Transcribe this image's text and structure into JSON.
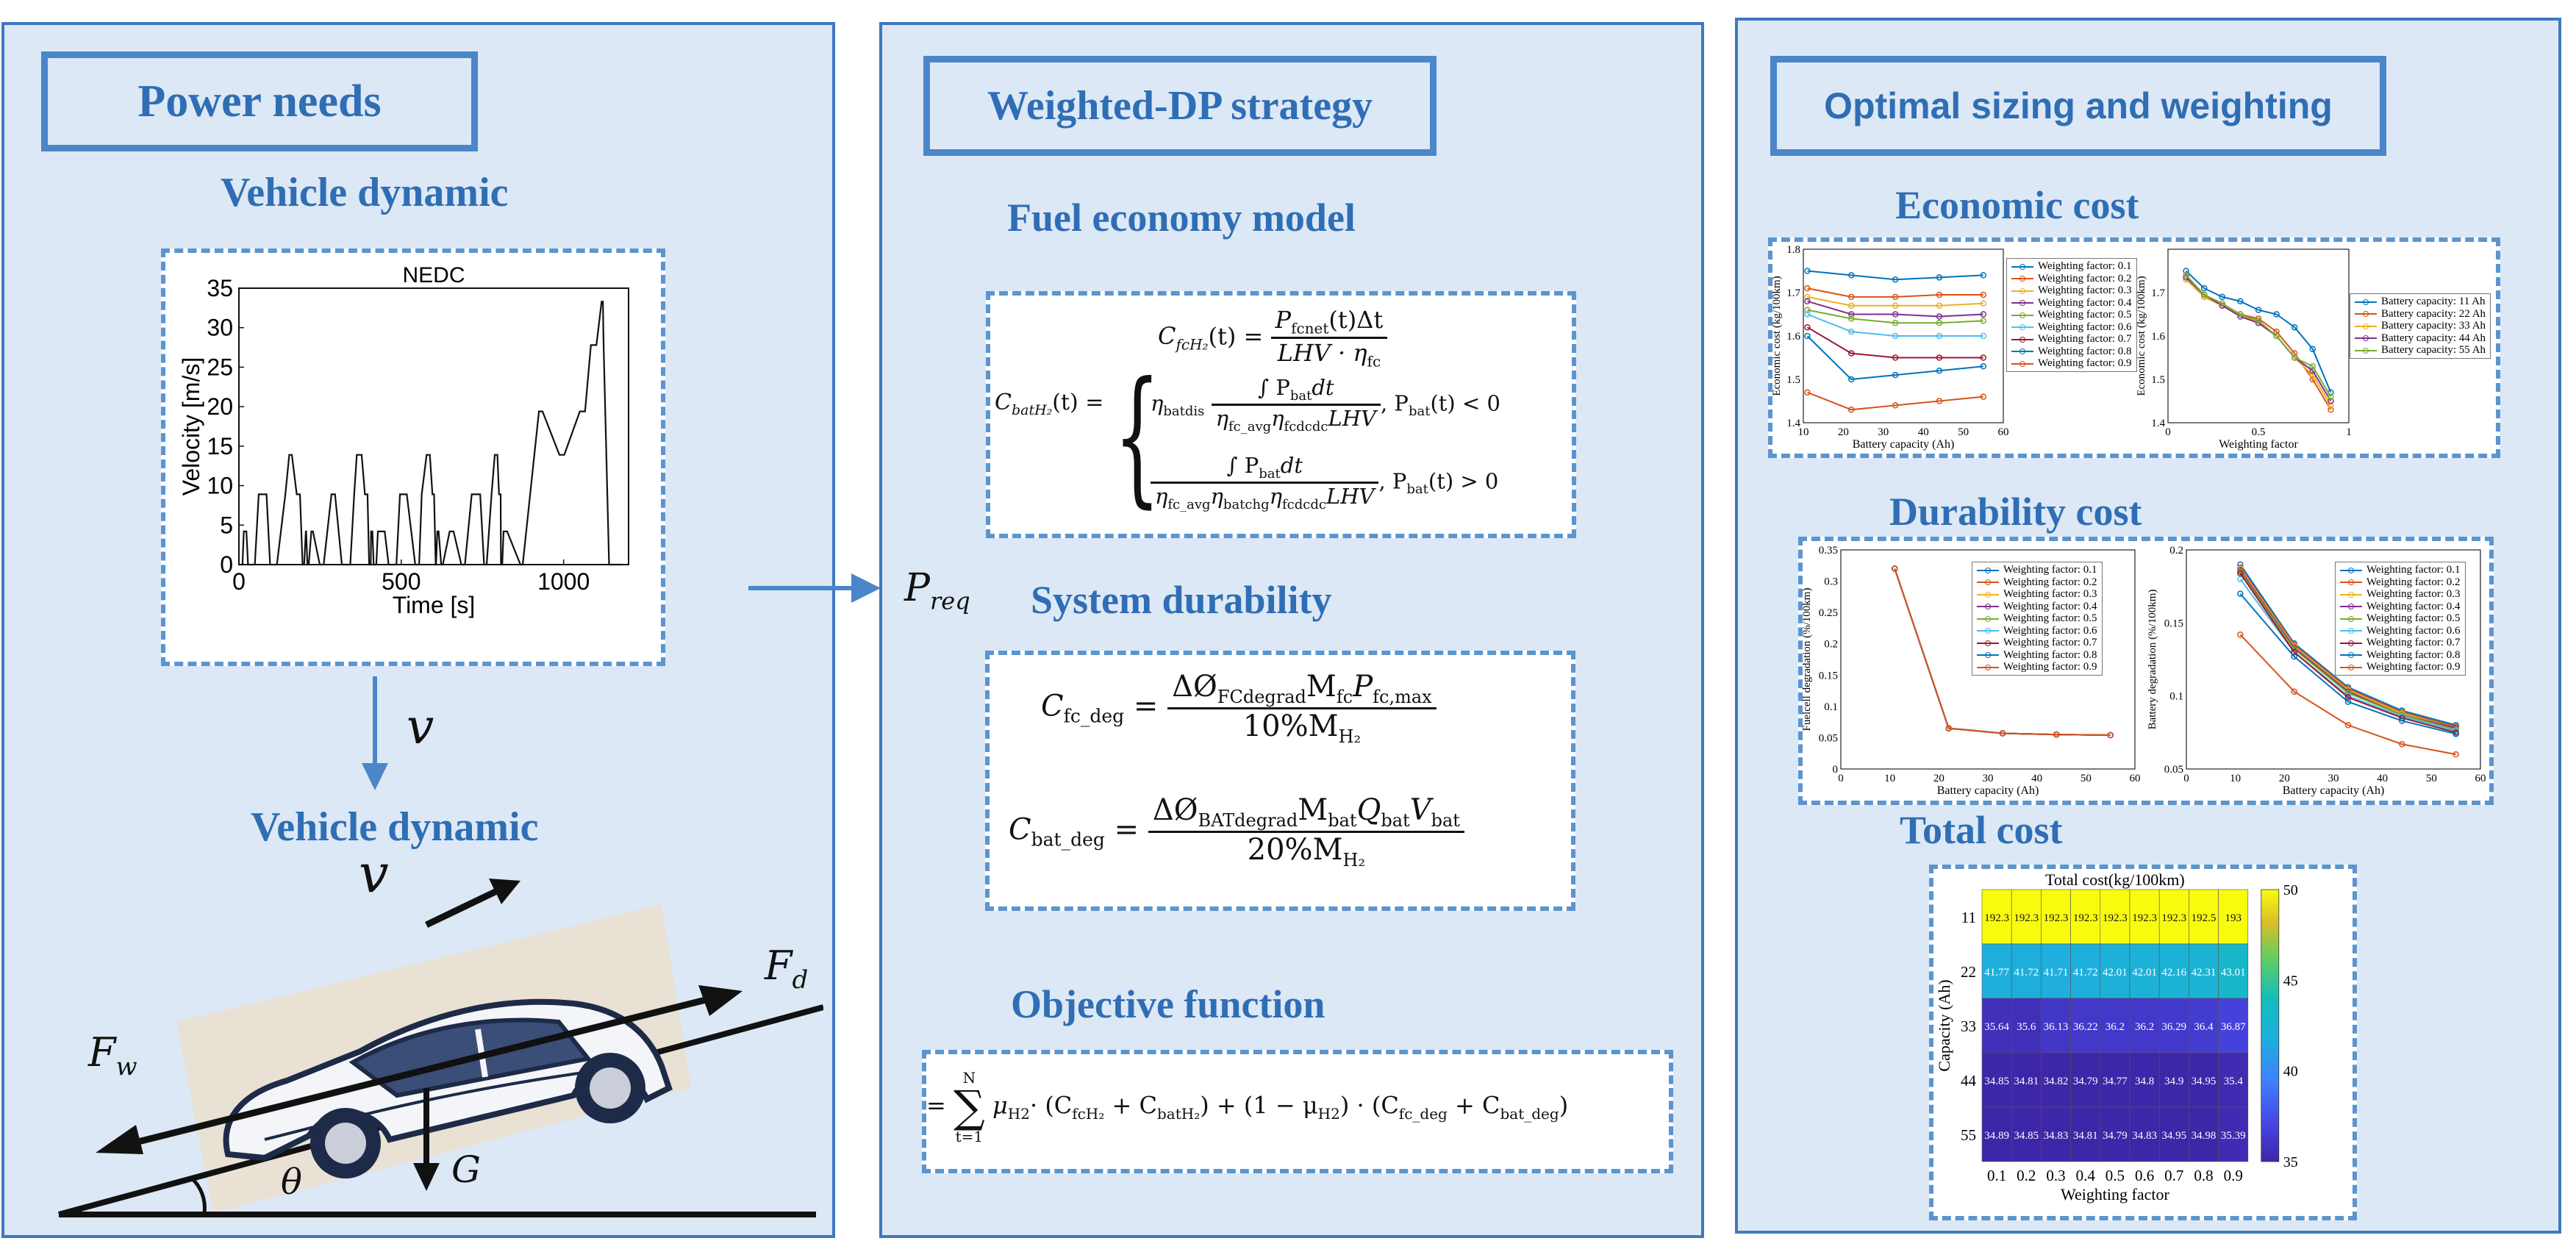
{
  "panels": {
    "left": {
      "header": "Power needs",
      "sub1": "Vehicle dynamic",
      "sub2": "Vehicle dynamic",
      "var_v": "v",
      "var_v2": "v",
      "F_w": "F",
      "F_w_sub": "w",
      "F_d": "F",
      "F_d_sub": "d",
      "G": "G",
      "theta": "θ"
    },
    "middle": {
      "header": "Weighted-DP strategy",
      "sub1": "Fuel economy model",
      "sub2": "System durability",
      "sub3": "Objective function",
      "P_req": "P",
      "P_req_sub": "req"
    },
    "right": {
      "header": "Optimal sizing and weighting",
      "sub1": "Economic cost",
      "sub2": "Durability cost",
      "sub3": "Total cost"
    }
  },
  "colors": {
    "panel_bg": "#dce8f5",
    "border": "#3f78bf",
    "header_text": "#2f6eb5"
  },
  "icons": [
    "arrow-right-icon",
    "arrow-down-icon",
    "car-illustration-icon"
  ],
  "nedc_chart": {
    "type": "line",
    "title": "NEDC",
    "xlabel": "Time [s]",
    "ylabel": "Velocity [m/s]",
    "xlim": [
      0,
      1200
    ],
    "ylim": [
      0,
      35
    ],
    "xticks": [
      "0",
      "500",
      "1000"
    ],
    "yticks": [
      "0",
      "5",
      "10",
      "15",
      "20",
      "25",
      "30",
      "35"
    ],
    "x": [
      0,
      11,
      15,
      23,
      28,
      49,
      61,
      85,
      96,
      117,
      143,
      155,
      163,
      178,
      188,
      196,
      201,
      206,
      207,
      211,
      215,
      223,
      228,
      249,
      261,
      285,
      296,
      317,
      343,
      355,
      363,
      378,
      388,
      396,
      401,
      406,
      407,
      411,
      415,
      423,
      428,
      449,
      461,
      485,
      496,
      517,
      543,
      555,
      563,
      578,
      588,
      596,
      601,
      606,
      607,
      611,
      615,
      623,
      628,
      649,
      661,
      685,
      696,
      717,
      743,
      755,
      763,
      778,
      788,
      796,
      801,
      806,
      807,
      811,
      815,
      826,
      867,
      874,
      924,
      935,
      987,
      1002,
      1050,
      1066,
      1084,
      1101,
      1117,
      1121,
      1123,
      1140,
      1180
    ],
    "y": [
      0,
      0,
      4.2,
      4.2,
      0,
      0,
      8.9,
      8.9,
      0,
      0,
      8.9,
      13.9,
      13.9,
      8.9,
      8.9,
      0,
      0,
      4.2,
      4.2,
      0,
      0,
      4.2,
      4.2,
      0,
      0,
      8.9,
      8.9,
      0,
      0,
      8.9,
      13.9,
      13.9,
      8.9,
      8.9,
      0,
      0,
      4.2,
      4.2,
      0,
      0,
      4.2,
      4.2,
      0,
      0,
      8.9,
      8.9,
      0,
      0,
      8.9,
      13.9,
      13.9,
      8.9,
      8.9,
      0,
      0,
      4.2,
      4.2,
      0,
      0,
      4.2,
      4.2,
      0,
      0,
      8.9,
      8.9,
      0,
      0,
      8.9,
      13.9,
      13.9,
      8.9,
      8.9,
      0,
      0,
      4.2,
      4.2,
      0,
      0,
      19.4,
      19.4,
      13.9,
      13.9,
      19.4,
      19.4,
      27.8,
      27.8,
      33.3,
      33.3,
      28,
      0,
      0
    ]
  },
  "equations": {
    "fc_h2_lhs": "C",
    "fc_h2_lhs_sub": "fcH₂",
    "fc_h2_lhs_arg": "(t) =",
    "fc_h2_num": "P",
    "fc_h2_num_sub": "fcnet",
    "fc_h2_num_tail": "(t)Δt",
    "fc_h2_den": "LHV · η",
    "fc_h2_den_sub": "fc",
    "bat_h2_lhs": "C",
    "bat_h2_lhs_sub": "batH₂",
    "bat_h2_lhs_arg": "(t) =",
    "bat_case1_eta": "η",
    "bat_case1_eta_sub": "batdis",
    "bat_int": "∫ P",
    "bat_int_sub": "bat",
    "bat_int_tail": "dt",
    "bat_case1_den": "η",
    "bat_case1_den_sub": "fc_avg",
    "bat_case1_den_tail": "η",
    "bat_case1_den_sub2": "fcdcdc",
    "bat_case1_den_tail2": "LHV",
    "bat_case1_cond": ", P",
    "bat_case1_cond_sub": "bat",
    "bat_case1_cond_tail": "(t) < 0",
    "bat_case2_den": "η",
    "bat_case2_den_sub": "fc_avg",
    "bat_case2_den_mid": "η",
    "bat_case2_den_sub2": "batchg",
    "bat_case2_den_tail": "η",
    "bat_case2_den_sub3": "fcdcdc",
    "bat_case2_den_tail2": "LHV",
    "bat_case2_cond": ", P",
    "bat_case2_cond_sub": "bat",
    "bat_case2_cond_tail": "(t) > 0",
    "fc_deg_lhs": "C",
    "fc_deg_lhs_sub": "fc_deg",
    "fc_deg_eq": "=",
    "fc_deg_num": "ΔØ",
    "fc_deg_num_sub": "FCdegrad",
    "fc_deg_num_tail": "M",
    "fc_deg_num_sub2": "fc",
    "fc_deg_num_tail2": "P",
    "fc_deg_num_sub3": "fc,max",
    "fc_deg_den": "10%M",
    "fc_deg_den_sub": "H₂",
    "bat_deg_lhs": "C",
    "bat_deg_lhs_sub": "bat_deg",
    "bat_deg_eq": "=",
    "bat_deg_num": "ΔØ",
    "bat_deg_num_sub": "BATdegrad",
    "bat_deg_num_tail": "M",
    "bat_deg_num_sub2": "bat",
    "bat_deg_num_tail2": "Q",
    "bat_deg_num_sub3": "bat",
    "bat_deg_num_tail3": "V",
    "bat_deg_num_sub4": "bat",
    "bat_deg_den": "20%M",
    "bat_deg_den_sub": "H₂",
    "obj_prefix": "=",
    "obj_sum": "∑",
    "obj_sum_top": "N",
    "obj_sum_bot": "t=1",
    "obj_body": "μ",
    "obj_body_sub": "H2",
    "obj_body_mid": "· (C",
    "obj_body_sub2": "fcH₂",
    "obj_body_mid2": " + C",
    "obj_body_sub3": "batH₂",
    "obj_body_mid3": ") + (1 − μ",
    "obj_body_sub4": "H2",
    "obj_body_mid4": ") · (C",
    "obj_body_sub5": "fc_deg",
    "obj_body_mid5": " + C",
    "obj_body_sub6": "bat_deg",
    "obj_body_tail": ")"
  },
  "chart_data": [
    {
      "type": "line",
      "xlabel": "Battery capacity (Ah)",
      "ylabel": "Economic cost (kg/100km)",
      "xlim": [
        10,
        60
      ],
      "ylim": [
        1.4,
        1.8
      ],
      "xticks": [
        "10",
        "20",
        "30",
        "40",
        "50",
        "60"
      ],
      "yticks": [
        "1.4",
        "1.5",
        "1.6",
        "1.7",
        "1.8"
      ],
      "x": [
        11,
        22,
        33,
        44,
        55
      ],
      "series": [
        {
          "name": "Weighting factor: 0.1",
          "color": "#0072bd",
          "values": [
            1.75,
            1.74,
            1.73,
            1.735,
            1.74
          ]
        },
        {
          "name": "Weighting factor: 0.2",
          "color": "#d95319",
          "values": [
            1.71,
            1.69,
            1.69,
            1.695,
            1.695
          ]
        },
        {
          "name": "Weighting factor: 0.3",
          "color": "#edb120",
          "values": [
            1.69,
            1.67,
            1.67,
            1.67,
            1.675
          ]
        },
        {
          "name": "Weighting factor: 0.4",
          "color": "#7e2f8e",
          "values": [
            1.68,
            1.65,
            1.65,
            1.645,
            1.65
          ]
        },
        {
          "name": "Weighting factor: 0.5",
          "color": "#77ac30",
          "values": [
            1.66,
            1.64,
            1.63,
            1.63,
            1.635
          ]
        },
        {
          "name": "Weighting factor: 0.6",
          "color": "#4dbeee",
          "values": [
            1.65,
            1.61,
            1.6,
            1.6,
            1.6
          ]
        },
        {
          "name": "Weighting factor: 0.7",
          "color": "#a2142f",
          "values": [
            1.62,
            1.56,
            1.55,
            1.55,
            1.55
          ]
        },
        {
          "name": "Weighting factor: 0.8",
          "color": "#0072bd",
          "values": [
            1.6,
            1.5,
            1.51,
            1.52,
            1.53
          ]
        },
        {
          "name": "Weighting factor: 0.9",
          "color": "#d95319",
          "values": [
            1.47,
            1.43,
            1.44,
            1.45,
            1.46
          ]
        }
      ]
    },
    {
      "type": "line",
      "xlabel": "Weighting factor",
      "ylabel": "Economic cost (kg/100km)",
      "xlim": [
        0,
        1
      ],
      "ylim": [
        1.4,
        1.8
      ],
      "xticks": [
        "0",
        "0.5",
        "1"
      ],
      "yticks": [
        "1.4",
        "1.5",
        "1.6",
        "1.7"
      ],
      "x": [
        0.1,
        0.2,
        0.3,
        0.4,
        0.5,
        0.6,
        0.7,
        0.8,
        0.9
      ],
      "series": [
        {
          "name": "Battery capacity: 11 Ah",
          "color": "#0072bd",
          "values": [
            1.75,
            1.71,
            1.69,
            1.68,
            1.66,
            1.65,
            1.62,
            1.57,
            1.47
          ]
        },
        {
          "name": "Battery capacity: 22 Ah",
          "color": "#d95319",
          "values": [
            1.74,
            1.69,
            1.67,
            1.65,
            1.64,
            1.61,
            1.56,
            1.5,
            1.43
          ]
        },
        {
          "name": "Battery capacity: 33 Ah",
          "color": "#edb120",
          "values": [
            1.73,
            1.69,
            1.67,
            1.65,
            1.63,
            1.6,
            1.55,
            1.51,
            1.44
          ]
        },
        {
          "name": "Battery capacity: 44 Ah",
          "color": "#7e2f8e",
          "values": [
            1.735,
            1.695,
            1.67,
            1.645,
            1.63,
            1.6,
            1.55,
            1.52,
            1.45
          ]
        },
        {
          "name": "Battery capacity: 55 Ah",
          "color": "#77ac30",
          "values": [
            1.74,
            1.695,
            1.675,
            1.65,
            1.635,
            1.6,
            1.55,
            1.53,
            1.46
          ]
        }
      ]
    },
    {
      "type": "line",
      "xlabel": "Battery capacity (Ah)",
      "ylabel": "Fuelcell degradation (%/100km)",
      "xlim": [
        0,
        60
      ],
      "ylim": [
        0,
        0.35
      ],
      "xticks": [
        "0",
        "10",
        "20",
        "30",
        "40",
        "50",
        "60"
      ],
      "yticks": [
        "0",
        "0.05",
        "0.1",
        "0.15",
        "0.2",
        "0.25",
        "0.3",
        "0.35"
      ],
      "x": [
        11,
        22,
        33,
        44,
        55
      ],
      "series": [
        {
          "name": "Weighting factor: 0.1",
          "color": "#0072bd",
          "values": [
            0.32,
            0.065,
            0.057,
            0.055,
            0.054
          ]
        },
        {
          "name": "Weighting factor: 0.2",
          "color": "#d95319",
          "values": [
            0.32,
            0.065,
            0.057,
            0.055,
            0.054
          ]
        },
        {
          "name": "Weighting factor: 0.3",
          "color": "#edb120",
          "values": [
            0.32,
            0.065,
            0.057,
            0.055,
            0.054
          ]
        },
        {
          "name": "Weighting factor: 0.4",
          "color": "#7e2f8e",
          "values": [
            0.32,
            0.065,
            0.057,
            0.055,
            0.054
          ]
        },
        {
          "name": "Weighting factor: 0.5",
          "color": "#77ac30",
          "values": [
            0.32,
            0.065,
            0.057,
            0.055,
            0.054
          ]
        },
        {
          "name": "Weighting factor: 0.6",
          "color": "#4dbeee",
          "values": [
            0.32,
            0.065,
            0.057,
            0.055,
            0.054
          ]
        },
        {
          "name": "Weighting factor: 0.7",
          "color": "#a2142f",
          "values": [
            0.32,
            0.065,
            0.057,
            0.055,
            0.054
          ]
        },
        {
          "name": "Weighting factor: 0.8",
          "color": "#0072bd",
          "values": [
            0.32,
            0.065,
            0.057,
            0.055,
            0.054
          ]
        },
        {
          "name": "Weighting factor: 0.9",
          "color": "#d95319",
          "values": [
            0.32,
            0.065,
            0.057,
            0.055,
            0.054
          ]
        }
      ]
    },
    {
      "type": "line",
      "xlabel": "Battery capacity (Ah)",
      "ylabel": "Battery degradation (%/100km)",
      "xlim": [
        0,
        60
      ],
      "ylim": [
        0.05,
        0.2
      ],
      "xticks": [
        "0",
        "10",
        "20",
        "30",
        "40",
        "50",
        "60"
      ],
      "yticks": [
        "0.05",
        "0.1",
        "0.15",
        "0.2"
      ],
      "x": [
        11,
        22,
        33,
        44,
        55
      ],
      "series": [
        {
          "name": "Weighting factor: 0.1",
          "color": "#0072bd",
          "values": [
            0.19,
            0.136,
            0.106,
            0.09,
            0.08
          ]
        },
        {
          "name": "Weighting factor: 0.2",
          "color": "#d95319",
          "values": [
            0.188,
            0.135,
            0.105,
            0.089,
            0.079
          ]
        },
        {
          "name": "Weighting factor: 0.3",
          "color": "#edb120",
          "values": [
            0.187,
            0.134,
            0.104,
            0.088,
            0.078
          ]
        },
        {
          "name": "Weighting factor: 0.4",
          "color": "#7e2f8e",
          "values": [
            0.186,
            0.133,
            0.103,
            0.087,
            0.078
          ]
        },
        {
          "name": "Weighting factor: 0.5",
          "color": "#77ac30",
          "values": [
            0.185,
            0.132,
            0.102,
            0.087,
            0.077
          ]
        },
        {
          "name": "Weighting factor: 0.6",
          "color": "#4dbeee",
          "values": [
            0.18,
            0.13,
            0.1,
            0.086,
            0.076
          ]
        },
        {
          "name": "Weighting factor: 0.7",
          "color": "#a2142f",
          "values": [
            0.184,
            0.13,
            0.099,
            0.085,
            0.075
          ]
        },
        {
          "name": "Weighting factor: 0.8",
          "color": "#0072bd",
          "values": [
            0.17,
            0.127,
            0.096,
            0.083,
            0.074
          ]
        },
        {
          "name": "Weighting factor: 0.9",
          "color": "#d95319",
          "values": [
            0.142,
            0.103,
            0.08,
            0.067,
            0.06
          ]
        }
      ]
    },
    {
      "type": "heatmap",
      "title": "Total cost(kg/100km)",
      "xlabel": "Weighting factor",
      "ylabel": "Capacity (Ah)",
      "x": [
        "0.1",
        "0.2",
        "0.3",
        "0.4",
        "0.5",
        "0.6",
        "0.7",
        "0.8",
        "0.9"
      ],
      "y": [
        "11",
        "22",
        "33",
        "44",
        "55"
      ],
      "colorbar": {
        "min": 35,
        "max": 50,
        "ticks": [
          "35",
          "40",
          "45",
          "50"
        ]
      },
      "values": [
        [
          "192.3",
          "192.3",
          "192.3",
          "192.3",
          "192.3",
          "192.3",
          "192.3",
          "192.5",
          "193"
        ],
        [
          "41.77",
          "41.72",
          "41.71",
          "41.72",
          "42.01",
          "42.01",
          "42.16",
          "42.31",
          "43.01"
        ],
        [
          "35.64",
          "35.6",
          "36.13",
          "36.22",
          "36.2",
          "36.2",
          "36.29",
          "36.4",
          "36.87"
        ],
        [
          "34.85",
          "34.81",
          "34.82",
          "34.79",
          "34.77",
          "34.8",
          "34.9",
          "34.95",
          "35.4"
        ],
        [
          "34.89",
          "34.85",
          "34.83",
          "34.81",
          "34.79",
          "34.83",
          "34.95",
          "34.98",
          "35.39"
        ]
      ]
    }
  ]
}
